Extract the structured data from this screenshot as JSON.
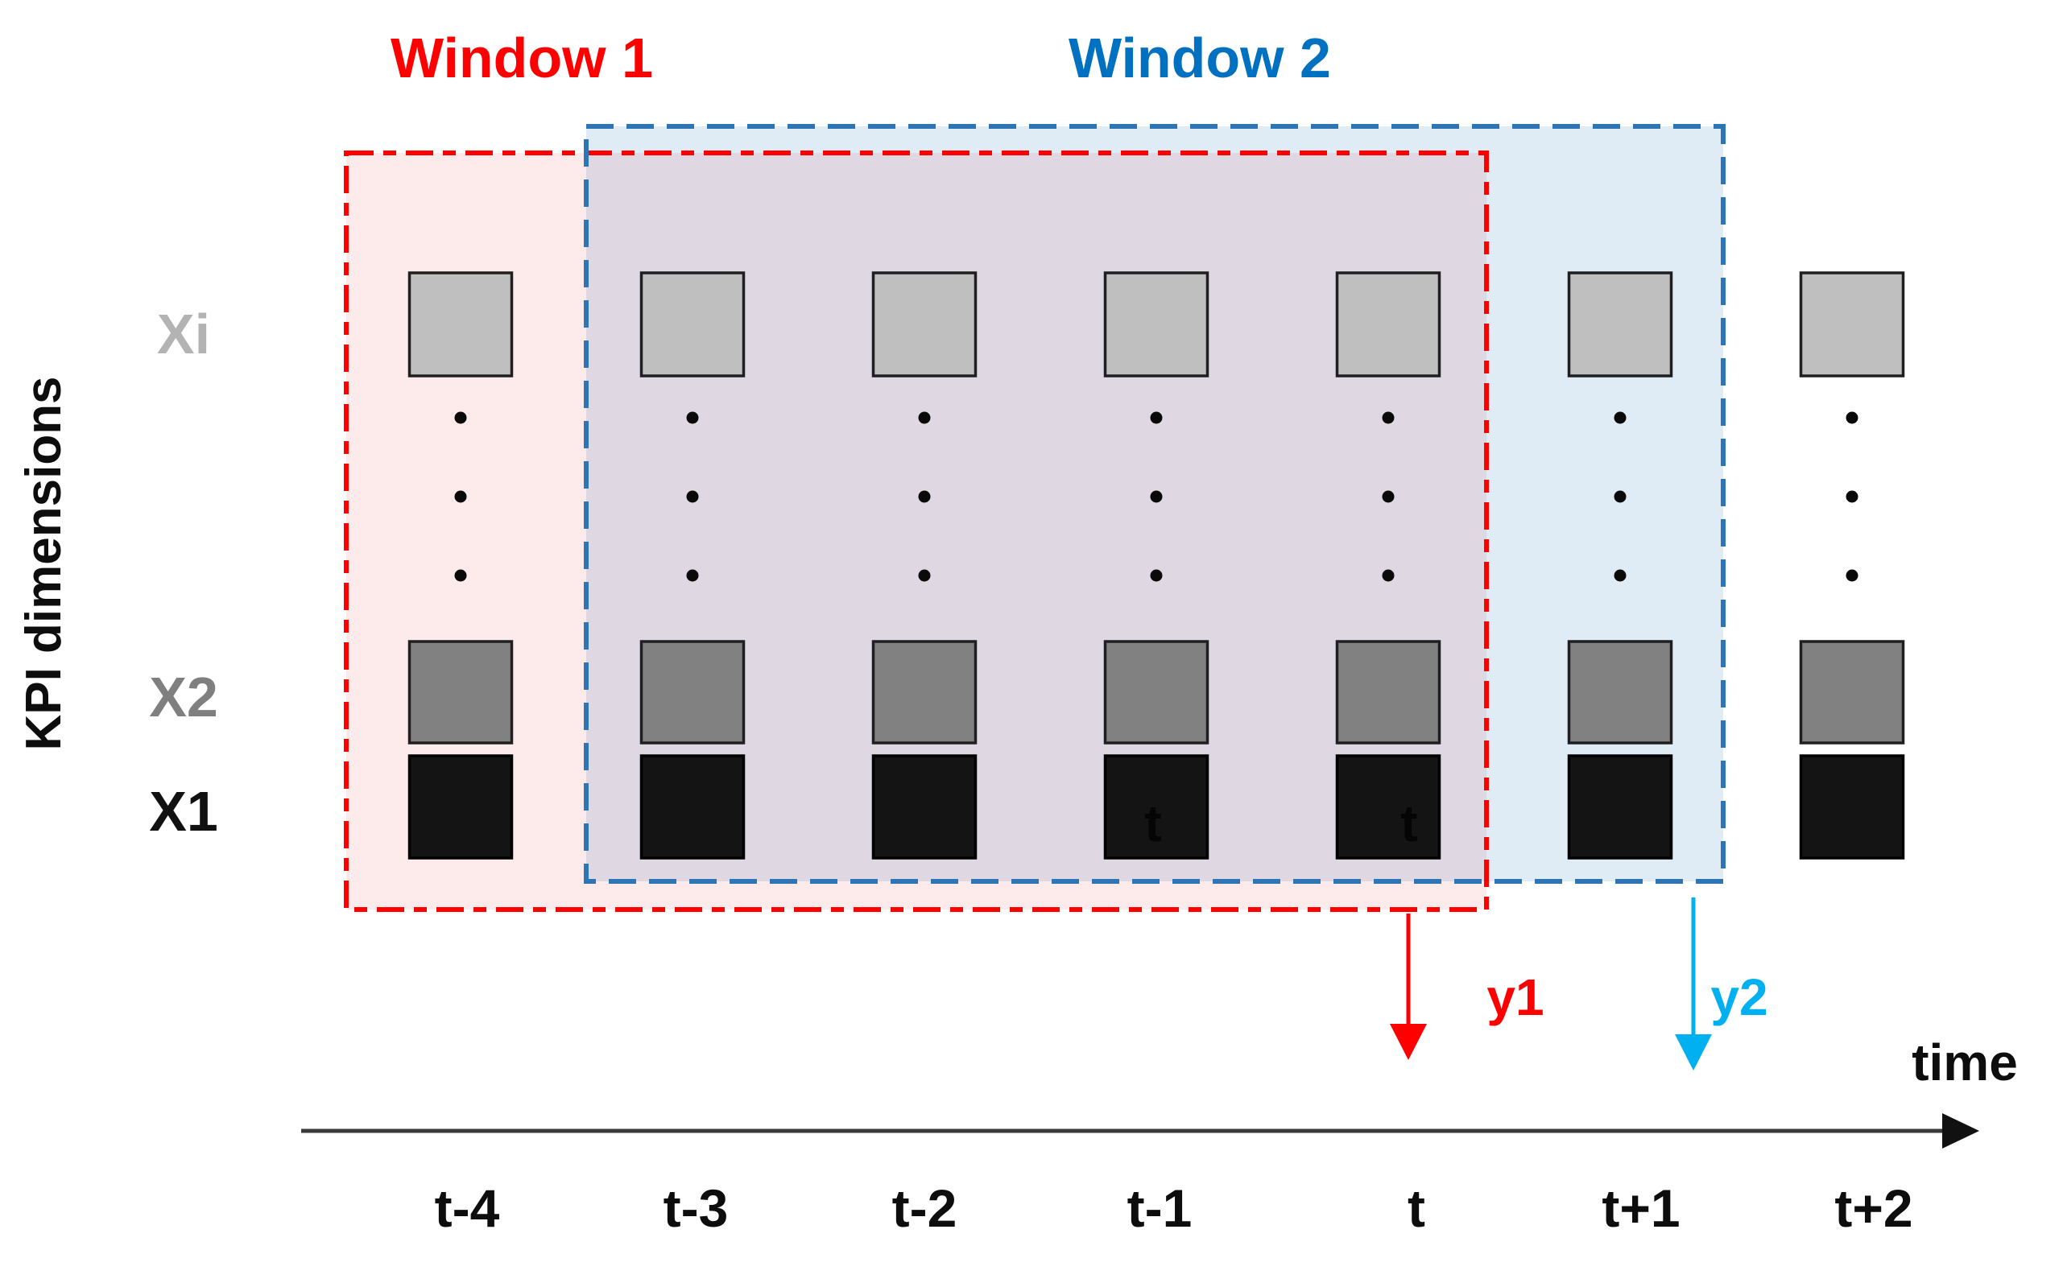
{
  "figure": {
    "y_axis_title": "KPI dimensions",
    "x_axis_title": "time",
    "time_steps": [
      "t-4",
      "t-3",
      "t-2",
      "t-1",
      "t",
      "t+1",
      "t+2"
    ],
    "kpi_rows": [
      {
        "label": "Xi",
        "label_color": "#b3b3b3",
        "cell_color": "#bfbfbf",
        "cell_border": "#1f1f1f"
      },
      {
        "label": "X2",
        "label_color": "#7f7f7f",
        "cell_color": "#818181",
        "cell_border": "#1f1f1f"
      },
      {
        "label": "X1",
        "label_color": "#111111",
        "cell_color": "#141414",
        "cell_border": "#000000"
      }
    ],
    "windows": [
      {
        "name": "Window 1",
        "label_color": "#ff0000",
        "border_color": "#ff0000",
        "fill_color": "rgba(235,25,35,0.09)",
        "covers": [
          "t-4",
          "t"
        ],
        "output_label": "y1",
        "output_color": "#ff0000"
      },
      {
        "name": "Window 2",
        "label_color": "#0070c0",
        "border_color": "#2e75b6",
        "fill_color": "rgba(30,120,190,0.14)",
        "covers": [
          "t-3",
          "t+1"
        ],
        "output_label": "y2",
        "output_color": "#00b0f0"
      }
    ],
    "x1_inner_marks": [
      {
        "time_step": "t-1",
        "text": "t"
      },
      {
        "time_step": "t",
        "text": "t"
      }
    ],
    "ellipsis_dot_color": "#0a0a0a",
    "time_axis_color": "#3a3a3a"
  }
}
